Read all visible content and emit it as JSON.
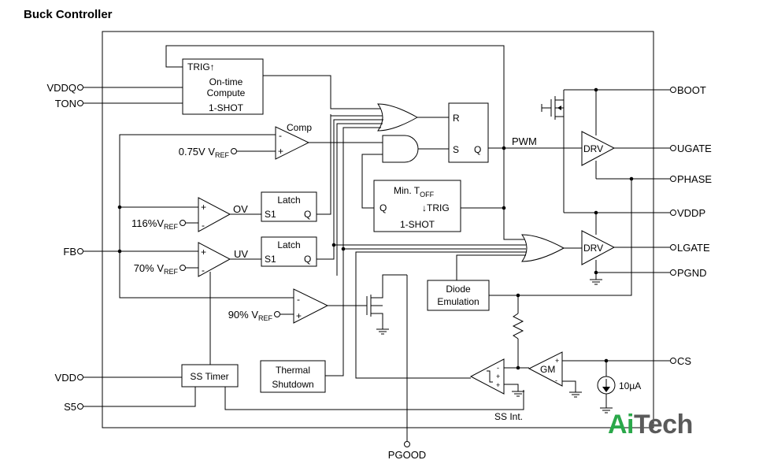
{
  "title": "Buck Controller",
  "pins": {
    "vddq": "VDDQ",
    "ton": "TON",
    "fb": "FB",
    "vdd": "VDD",
    "s5": "S5",
    "boot": "BOOT",
    "ugate": "UGATE",
    "phase": "PHASE",
    "vddp": "VDDP",
    "lgate": "LGATE",
    "pgnd": "PGND",
    "cs": "CS",
    "pgood": "PGOOD"
  },
  "blocks": {
    "ontime": {
      "trig": "TRIG↑",
      "line1": "On-time",
      "line2": "Compute",
      "line3": "1-SHOT"
    },
    "flipflop": {
      "r": "R",
      "s": "S",
      "q": "Q"
    },
    "minoff": {
      "label": "Min. T",
      "sub": "OFF",
      "q": "Q",
      "trig": "↓TRIG",
      "oneshot": "1-SHOT"
    },
    "latch_ov": {
      "title": "Latch",
      "s1": "S1",
      "q": "Q"
    },
    "latch_uv": {
      "title": "Latch",
      "s1": "S1",
      "q": "Q"
    },
    "drv_high": "DRV",
    "drv_low": "DRV",
    "diode_emulation": {
      "line1": "Diode",
      "line2": "Emulation"
    },
    "thermal": {
      "line1": "Thermal",
      "line2": "Shutdown"
    },
    "ss_timer": "SS Timer",
    "gm": "GM"
  },
  "labels": {
    "comp": "Comp",
    "pwm": "PWM",
    "ov": "OV",
    "uv": "UV",
    "ss_int": "SS Int.",
    "current_source": "10µA",
    "plus": "+",
    "minus": "-"
  },
  "references": {
    "vref_075": {
      "main": "0.75V V",
      "sub": "REF"
    },
    "vref_116": {
      "main": "116%V",
      "sub": "REF"
    },
    "vref_70": {
      "main": "70% V",
      "sub": "REF"
    },
    "vref_90": {
      "main": "90% V",
      "sub": "REF"
    }
  },
  "logo": {
    "part1": "Ai",
    "part2": "Tech",
    "color1": "#2aa84a",
    "color2": "#5a5a5a"
  }
}
